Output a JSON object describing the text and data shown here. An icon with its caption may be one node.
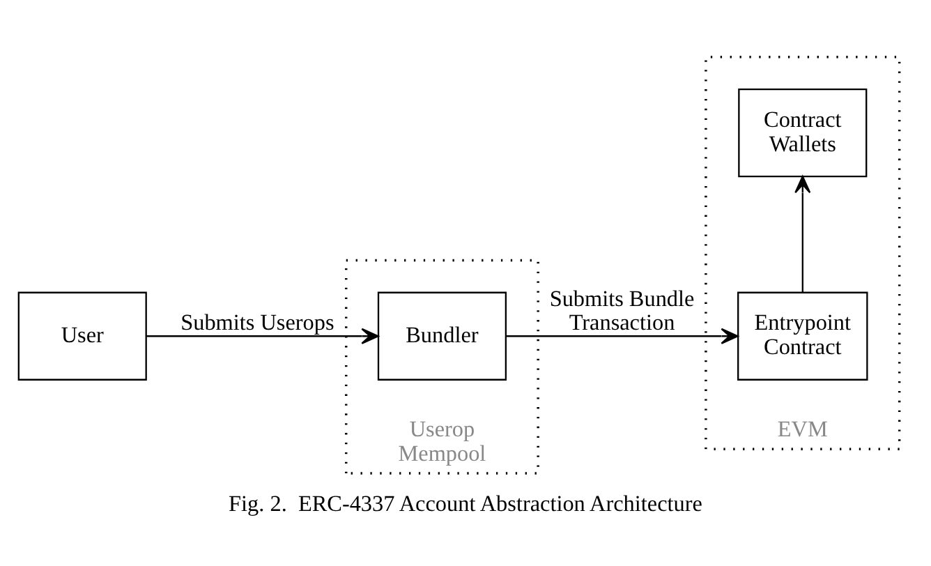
{
  "diagram": {
    "caption": "Fig. 2.  ERC-4337 Account Abstraction Architecture",
    "nodes": [
      {
        "text": [
          "User"
        ]
      },
      {
        "text": [
          "Userop Mempool"
        ]
      },
      {
        "text": [
          "Bundler"
        ],
        "in": 1
      },
      {
        "text": [
          "EVM"
        ]
      },
      {
        "text": [
          "Entrypoint Contract"
        ],
        "in": 3
      },
      {
        "text": [
          "Contract Wallets"
        ],
        "in": 3
      }
    ],
    "edges": [
      {
        "from": 0,
        "to": 2,
        "arrow": "to",
        "label": "Submits Userops"
      },
      {
        "from": 2,
        "to": 4,
        "arrow": "to",
        "label": "Submits Bundle Transaction"
      },
      {
        "from": 4,
        "to": 5,
        "arrow": "to"
      }
    ]
  }
}
